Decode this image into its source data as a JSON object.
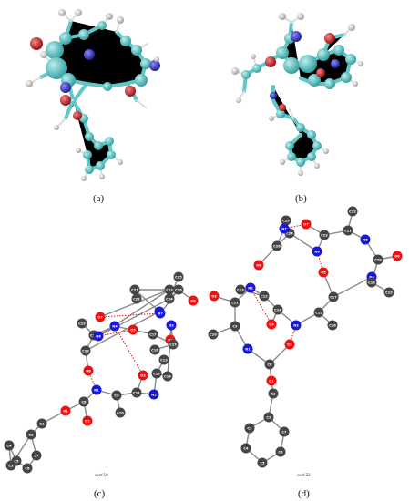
{
  "captions": {
    "a": "(a)",
    "b": "(b)",
    "c": "(c)",
    "d": "(d)"
  },
  "conformer_labels": {
    "c": "conf.19",
    "d": "conf.22"
  },
  "colors": {
    "carbon_3d": "#5fc8c8",
    "hydrogen_3d": "#eeeeee",
    "oxygen_3d": "#c83030",
    "nitrogen_3d": "#3838c8",
    "carbon_2d": "#454545",
    "oxygen_2d": "#ee1111",
    "nitrogen_2d": "#1818dd",
    "hbond": "#ee1111"
  },
  "molecule_c": {
    "atoms": [
      {
        "id": "c1",
        "label": "C1",
        "el": "C"
      },
      {
        "id": "c2",
        "label": "C2",
        "el": "C"
      },
      {
        "id": "c3",
        "label": "C3",
        "el": "C"
      },
      {
        "id": "c4",
        "label": "C4",
        "el": "C"
      },
      {
        "id": "c5",
        "label": "C5",
        "el": "C"
      },
      {
        "id": "c6",
        "label": "C6",
        "el": "C"
      },
      {
        "id": "c7",
        "label": "C7",
        "el": "C"
      },
      {
        "id": "o1",
        "label": "O1",
        "el": "O"
      },
      {
        "id": "c8",
        "label": "C8",
        "el": "C"
      },
      {
        "id": "o2",
        "label": "O2",
        "el": "O"
      },
      {
        "id": "n1",
        "label": "N1",
        "el": "N"
      },
      {
        "id": "c9",
        "label": "C9",
        "el": "C"
      },
      {
        "id": "c10",
        "label": "C10",
        "el": "C"
      },
      {
        "id": "c11",
        "label": "C11",
        "el": "C"
      },
      {
        "id": "o3",
        "label": "O3",
        "el": "O"
      },
      {
        "id": "n2",
        "label": "N2",
        "el": "N"
      },
      {
        "id": "c12",
        "label": "C12",
        "el": "C"
      },
      {
        "id": "c13",
        "label": "C13",
        "el": "C"
      },
      {
        "id": "c14",
        "label": "C14",
        "el": "C"
      },
      {
        "id": "o4",
        "label": "O4",
        "el": "O"
      },
      {
        "id": "n3",
        "label": "N3",
        "el": "N"
      },
      {
        "id": "c15",
        "label": "C15",
        "el": "C"
      },
      {
        "id": "c16",
        "label": "C16",
        "el": "C"
      },
      {
        "id": "c17",
        "label": "C17",
        "el": "C"
      },
      {
        "id": "o5",
        "label": "O5",
        "el": "O"
      },
      {
        "id": "n4",
        "label": "N4",
        "el": "N"
      },
      {
        "id": "c18",
        "label": "C18",
        "el": "C"
      },
      {
        "id": "c19",
        "label": "C19",
        "el": "C"
      },
      {
        "id": "c20",
        "label": "C20",
        "el": "C"
      },
      {
        "id": "o6",
        "label": "O6",
        "el": "O"
      },
      {
        "id": "n5",
        "label": "N5",
        "el": "N"
      },
      {
        "id": "c21",
        "label": "C21",
        "el": "C"
      },
      {
        "id": "c22",
        "label": "C22",
        "el": "C"
      },
      {
        "id": "c23",
        "label": "C23",
        "el": "C"
      },
      {
        "id": "o7",
        "label": "O7",
        "el": "O"
      },
      {
        "id": "n6",
        "label": "N6",
        "el": "N"
      },
      {
        "id": "c24",
        "label": "C24",
        "el": "C"
      },
      {
        "id": "c25",
        "label": "C25",
        "el": "C"
      },
      {
        "id": "c26",
        "label": "C26",
        "el": "C"
      },
      {
        "id": "o8",
        "label": "O8",
        "el": "O"
      },
      {
        "id": "n7",
        "label": "N7",
        "el": "N"
      }
    ]
  },
  "molecule_d": {
    "atoms": [
      {
        "id": "c1",
        "label": "C1",
        "el": "C"
      },
      {
        "id": "c2",
        "label": "C2",
        "el": "C"
      },
      {
        "id": "c3",
        "label": "C3",
        "el": "C"
      },
      {
        "id": "c4",
        "label": "C4",
        "el": "C"
      },
      {
        "id": "c5",
        "label": "C5",
        "el": "C"
      },
      {
        "id": "c6",
        "label": "C6",
        "el": "C"
      },
      {
        "id": "c7",
        "label": "C7",
        "el": "C"
      },
      {
        "id": "o1",
        "label": "O1",
        "el": "O"
      },
      {
        "id": "c8",
        "label": "C8",
        "el": "C"
      },
      {
        "id": "o2",
        "label": "O2",
        "el": "O"
      },
      {
        "id": "n1",
        "label": "N1",
        "el": "N"
      },
      {
        "id": "c9",
        "label": "C9",
        "el": "C"
      },
      {
        "id": "c10",
        "label": "C10",
        "el": "C"
      },
      {
        "id": "c11",
        "label": "C11",
        "el": "C"
      },
      {
        "id": "o3",
        "label": "O3",
        "el": "O"
      },
      {
        "id": "n2",
        "label": "N2",
        "el": "N"
      },
      {
        "id": "c12",
        "label": "C12",
        "el": "C"
      },
      {
        "id": "c13",
        "label": "C13",
        "el": "C"
      },
      {
        "id": "c14",
        "label": "C14",
        "el": "C"
      },
      {
        "id": "o4",
        "label": "O4",
        "el": "O"
      },
      {
        "id": "n3",
        "label": "N3",
        "el": "N"
      },
      {
        "id": "c15",
        "label": "C15",
        "el": "C"
      },
      {
        "id": "c16",
        "label": "C16",
        "el": "C"
      },
      {
        "id": "c17",
        "label": "C17",
        "el": "C"
      },
      {
        "id": "o5",
        "label": "O5",
        "el": "O"
      },
      {
        "id": "n4",
        "label": "N4",
        "el": "N"
      },
      {
        "id": "c18",
        "label": "C18",
        "el": "C"
      },
      {
        "id": "c19",
        "label": "C19",
        "el": "C"
      },
      {
        "id": "c20",
        "label": "C20",
        "el": "C"
      },
      {
        "id": "o6",
        "label": "O6",
        "el": "O"
      },
      {
        "id": "n5",
        "label": "N5",
        "el": "N"
      },
      {
        "id": "c21",
        "label": "C21",
        "el": "C"
      },
      {
        "id": "c22",
        "label": "C22",
        "el": "C"
      },
      {
        "id": "c23",
        "label": "C23",
        "el": "C"
      },
      {
        "id": "o7",
        "label": "O7",
        "el": "O"
      },
      {
        "id": "n6",
        "label": "N6",
        "el": "N"
      },
      {
        "id": "c24",
        "label": "C24",
        "el": "C"
      },
      {
        "id": "c25",
        "label": "C25",
        "el": "C"
      },
      {
        "id": "c26",
        "label": "C26",
        "el": "C"
      },
      {
        "id": "o8",
        "label": "O8",
        "el": "O"
      },
      {
        "id": "n7",
        "label": "N7",
        "el": "N"
      }
    ]
  }
}
